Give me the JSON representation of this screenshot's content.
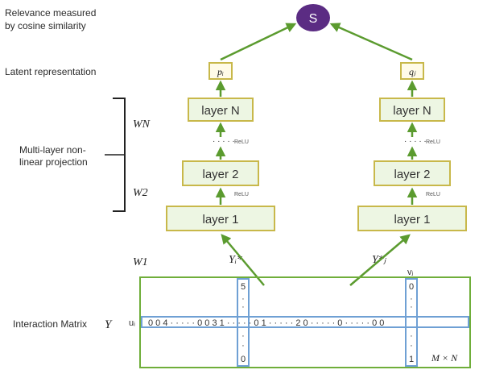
{
  "labels": {
    "relevance_line1": "Relevance measured",
    "relevance_line2": "by cosine similarity",
    "latent": "Latent representation",
    "mlp_line1": "Multi-layer non-",
    "mlp_line2": "linear projection",
    "interaction": "Interaction Matrix",
    "Y": "Y"
  },
  "top_node": "S",
  "left_tower": {
    "output": "pᵢ",
    "layer_top": "layer N",
    "layer_mid": "layer 2",
    "layer_bottom": "layer 1",
    "relu_top": "ReLU",
    "relu_mid": "ReLU",
    "dots": "· · · · ·",
    "input": "Yᵢ*"
  },
  "right_tower": {
    "output": "qⱼ",
    "layer_top": "layer N",
    "layer_mid": "layer 2",
    "layer_bottom": "layer 1",
    "relu_top": "ReLU",
    "relu_mid": "ReLU",
    "dots": "· · · · ·",
    "input": "Y*ⱼ"
  },
  "weights": {
    "wn": "WN",
    "w2": "W2",
    "w1": "W1"
  },
  "matrix": {
    "row_label": "uᵢ",
    "col_label": "vⱼ",
    "row_values": "0  0  4 · · · · ·  0  0  3  1  · · · · ·  0  1  · · · · ·  2  0  · · · · · 0  · · · · ·  0  0",
    "col_left_top": "5",
    "col_left_bottom": "0",
    "col_right_top": "0",
    "col_right_bottom": "1",
    "size": "M × N"
  },
  "colors": {
    "accent": "#5b9b2f",
    "layer_border": "#c8b84a",
    "layer_fill": "#edf6e3",
    "node": "#5b2c83",
    "matrix": "#6fae3a",
    "highlight": "#6fa0d4"
  }
}
